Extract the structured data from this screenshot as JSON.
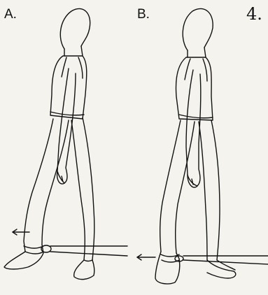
{
  "labels": {
    "panel_a": "A.",
    "panel_b": "B.",
    "figure_number": "4."
  },
  "figures": [
    {
      "panel": "A",
      "action": "walking",
      "cable_direction": "left"
    },
    {
      "panel": "B",
      "action": "walking",
      "cable_direction": "left"
    }
  ],
  "colors": {
    "background": "#f4f3ee",
    "ink": "#111111"
  }
}
